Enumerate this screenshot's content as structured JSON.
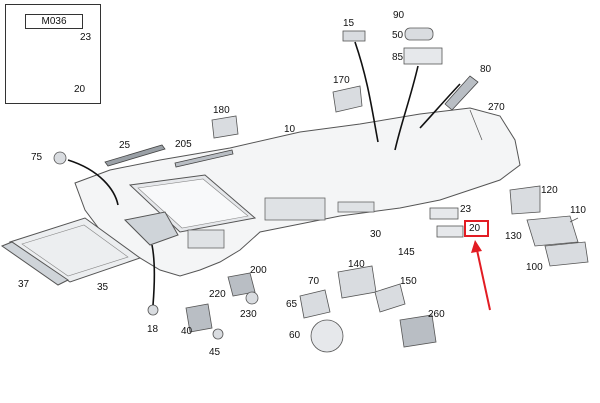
{
  "inset": {
    "title": "M036",
    "labels": [
      "23",
      "20"
    ]
  },
  "callouts": [
    "15",
    "90",
    "50",
    "85",
    "80",
    "170",
    "270",
    "180",
    "10",
    "25",
    "205",
    "75",
    "120",
    "23",
    "20",
    "110",
    "130",
    "30",
    "145",
    "140",
    "200",
    "70",
    "150",
    "100",
    "37",
    "35",
    "220",
    "230",
    "65",
    "260",
    "40",
    "18",
    "60",
    "45"
  ],
  "highlight": {
    "label": "20",
    "color": "#e21c23"
  },
  "colors": {
    "line": "#555555",
    "part_fill": "#d9dce0",
    "part_dark": "#9aa0a6",
    "arrow": "#e21c23"
  }
}
